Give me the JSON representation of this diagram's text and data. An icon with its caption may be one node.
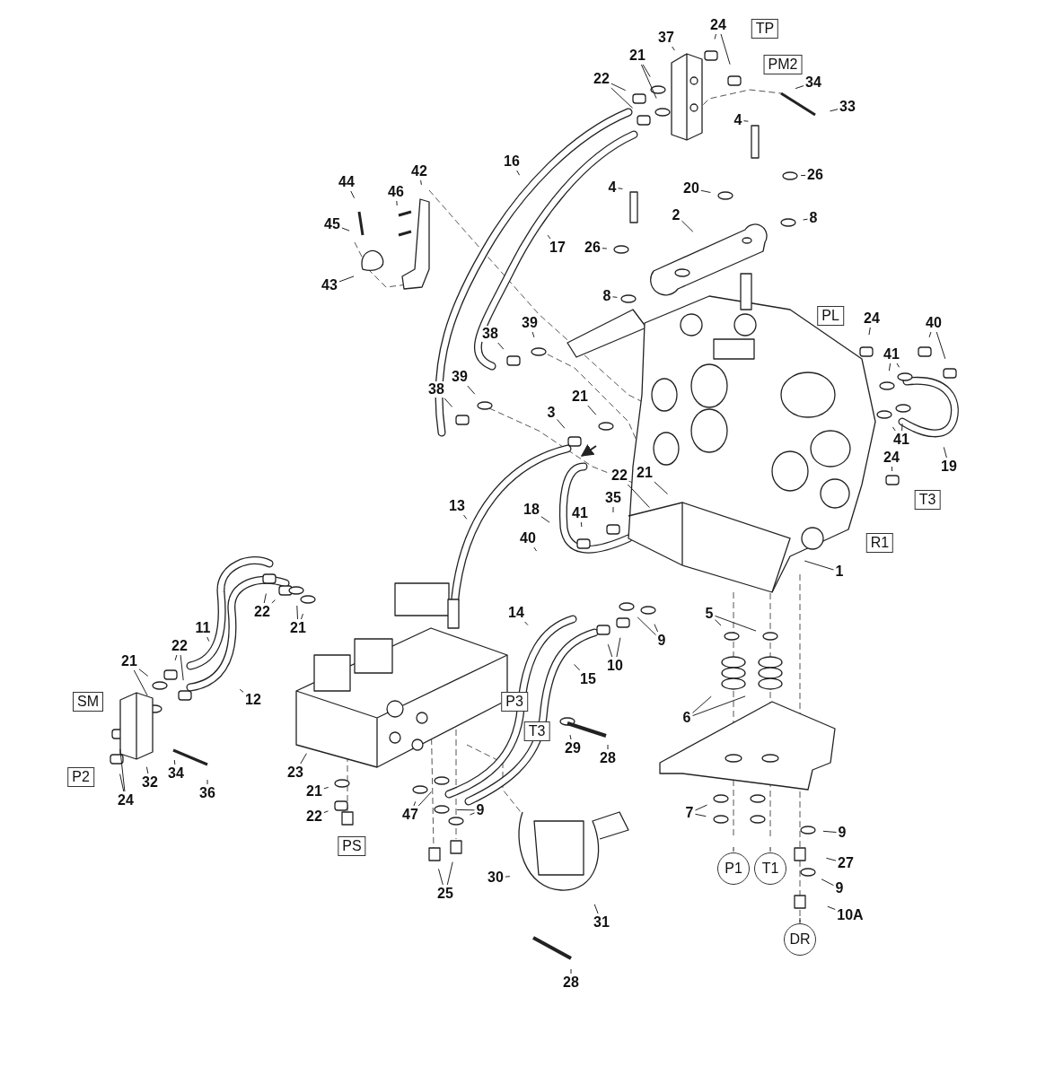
{
  "diagram": {
    "nodes": [
      {
        "text": [
          "24"
        ]
      },
      {
        "text": [
          "TP"
        ]
      },
      {
        "text": [
          "37"
        ]
      },
      {
        "text": [
          "PM2"
        ]
      },
      {
        "text": [
          "21"
        ]
      },
      {
        "text": [
          "22"
        ]
      },
      {
        "text": [
          "34"
        ]
      },
      {
        "text": [
          "33"
        ]
      },
      {
        "text": [
          "4"
        ]
      },
      {
        "text": [
          "26"
        ]
      },
      {
        "text": [
          "16"
        ]
      },
      {
        "text": [
          "20"
        ]
      },
      {
        "text": [
          "44"
        ]
      },
      {
        "text": [
          "42"
        ]
      },
      {
        "text": [
          "46"
        ]
      },
      {
        "text": [
          "4"
        ]
      },
      {
        "text": [
          "2"
        ]
      },
      {
        "text": [
          "8"
        ]
      },
      {
        "text": [
          "45"
        ]
      },
      {
        "text": [
          "26"
        ]
      },
      {
        "text": [
          "17"
        ]
      },
      {
        "text": [
          "43"
        ]
      },
      {
        "text": [
          "8"
        ]
      },
      {
        "text": [
          "PL"
        ]
      },
      {
        "text": [
          "24"
        ]
      },
      {
        "text": [
          "40"
        ]
      },
      {
        "text": [
          "39"
        ]
      },
      {
        "text": [
          "38"
        ]
      },
      {
        "text": [
          "41"
        ]
      },
      {
        "text": [
          "39"
        ]
      },
      {
        "text": [
          "38"
        ]
      },
      {
        "text": [
          "21"
        ]
      },
      {
        "text": [
          "3"
        ]
      },
      {
        "text": [
          "41"
        ]
      },
      {
        "text": [
          "19"
        ]
      },
      {
        "text": [
          "24"
        ]
      },
      {
        "text": [
          "22"
        ]
      },
      {
        "text": [
          "21"
        ]
      },
      {
        "text": [
          "13"
        ]
      },
      {
        "text": [
          "35"
        ]
      },
      {
        "text": [
          "18"
        ]
      },
      {
        "text": [
          "T3"
        ]
      },
      {
        "text": [
          "41"
        ]
      },
      {
        "text": [
          "R1"
        ]
      },
      {
        "text": [
          "40"
        ]
      },
      {
        "text": [
          "1"
        ]
      },
      {
        "text": [
          "22"
        ]
      },
      {
        "text": [
          "21"
        ]
      },
      {
        "text": [
          "5"
        ]
      },
      {
        "text": [
          "11"
        ]
      },
      {
        "text": [
          "14"
        ]
      },
      {
        "text": [
          "22"
        ]
      },
      {
        "text": [
          "9"
        ]
      },
      {
        "text": [
          "10"
        ]
      },
      {
        "text": [
          "21"
        ]
      },
      {
        "text": [
          "15"
        ]
      },
      {
        "text": [
          "12"
        ]
      },
      {
        "text": [
          "6"
        ]
      },
      {
        "text": [
          "SM"
        ]
      },
      {
        "text": [
          "P3"
        ]
      },
      {
        "text": [
          "T3"
        ]
      },
      {
        "text": [
          "29"
        ]
      },
      {
        "text": [
          "28"
        ]
      },
      {
        "text": [
          "23"
        ]
      },
      {
        "text": [
          "P2"
        ]
      },
      {
        "text": [
          "24"
        ]
      },
      {
        "text": [
          "32"
        ]
      },
      {
        "text": [
          "34"
        ]
      },
      {
        "text": [
          "36"
        ]
      },
      {
        "text": [
          "21"
        ]
      },
      {
        "text": [
          "22"
        ]
      },
      {
        "text": [
          "7"
        ]
      },
      {
        "text": [
          "9"
        ]
      },
      {
        "text": [
          "47"
        ]
      },
      {
        "text": [
          "9"
        ]
      },
      {
        "text": [
          "PS"
        ]
      },
      {
        "text": [
          "25"
        ]
      },
      {
        "text": [
          "27"
        ]
      },
      {
        "text": [
          "30"
        ]
      },
      {
        "text": [
          "P1"
        ]
      },
      {
        "text": [
          "T1"
        ]
      },
      {
        "text": [
          "9"
        ]
      },
      {
        "text": [
          "10A"
        ]
      },
      {
        "text": [
          "31"
        ]
      },
      {
        "text": [
          "DR"
        ]
      },
      {
        "text": [
          "28"
        ]
      }
    ],
    "edges": [
      {
        "from": 0,
        "to": null,
        "arrow": "none"
      },
      {
        "from": 0,
        "to": null,
        "arrow": "none"
      },
      {
        "from": 2,
        "to": null,
        "arrow": "none"
      },
      {
        "from": 4,
        "to": null,
        "arrow": "none"
      },
      {
        "from": 4,
        "to": null,
        "arrow": "none"
      },
      {
        "from": 5,
        "to": null,
        "arrow": "none"
      },
      {
        "from": 5,
        "to": null,
        "arrow": "none"
      },
      {
        "from": 6,
        "to": null,
        "arrow": "none"
      },
      {
        "from": 7,
        "to": null,
        "arrow": "none"
      },
      {
        "from": 8,
        "to": null,
        "arrow": "none"
      },
      {
        "from": 9,
        "to": null,
        "arrow": "none"
      },
      {
        "from": 10,
        "to": null,
        "arrow": "none"
      },
      {
        "from": 11,
        "to": null,
        "arrow": "none"
      },
      {
        "from": 12,
        "to": null,
        "arrow": "none"
      },
      {
        "from": 13,
        "to": null,
        "arrow": "none"
      },
      {
        "from": 14,
        "to": null,
        "arrow": "none"
      },
      {
        "from": 15,
        "to": null,
        "arrow": "none"
      },
      {
        "from": 16,
        "to": null,
        "arrow": "none"
      },
      {
        "from": 17,
        "to": null,
        "arrow": "none"
      },
      {
        "from": 18,
        "to": null,
        "arrow": "none"
      },
      {
        "from": 19,
        "to": null,
        "arrow": "none"
      },
      {
        "from": 20,
        "to": null,
        "arrow": "none"
      },
      {
        "from": 21,
        "to": null,
        "arrow": "none"
      },
      {
        "from": 22,
        "to": null,
        "arrow": "none"
      },
      {
        "from": 24,
        "to": null,
        "arrow": "none"
      },
      {
        "from": 25,
        "to": null,
        "arrow": "none"
      },
      {
        "from": 25,
        "to": null,
        "arrow": "none"
      },
      {
        "from": 26,
        "to": null,
        "arrow": "none"
      },
      {
        "from": 27,
        "to": null,
        "arrow": "none"
      },
      {
        "from": 28,
        "to": null,
        "arrow": "none"
      },
      {
        "from": 28,
        "to": null,
        "arrow": "none"
      },
      {
        "from": 29,
        "to": null,
        "arrow": "none"
      },
      {
        "from": 30,
        "to": null,
        "arrow": "none"
      },
      {
        "from": 31,
        "to": null,
        "arrow": "none"
      },
      {
        "from": 32,
        "to": null,
        "arrow": "none"
      },
      {
        "from": 33,
        "to": null,
        "arrow": "none"
      },
      {
        "from": 33,
        "to": null,
        "arrow": "none"
      },
      {
        "from": 34,
        "to": null,
        "arrow": "none"
      },
      {
        "from": 35,
        "to": null,
        "arrow": "none"
      },
      {
        "from": 36,
        "to": null,
        "arrow": "none"
      },
      {
        "from": 37,
        "to": null,
        "arrow": "none"
      },
      {
        "from": 38,
        "to": null,
        "arrow": "none"
      },
      {
        "from": 39,
        "to": null,
        "arrow": "none"
      },
      {
        "from": 40,
        "to": null,
        "arrow": "none"
      },
      {
        "from": 42,
        "to": null,
        "arrow": "none"
      },
      {
        "from": 44,
        "to": null,
        "arrow": "none"
      },
      {
        "from": 45,
        "to": null,
        "arrow": "none"
      },
      {
        "from": 46,
        "to": null,
        "arrow": "none"
      },
      {
        "from": 46,
        "to": null,
        "arrow": "none"
      },
      {
        "from": 47,
        "to": null,
        "arrow": "none"
      },
      {
        "from": 47,
        "to": null,
        "arrow": "none"
      },
      {
        "from": 48,
        "to": null,
        "arrow": "none"
      },
      {
        "from": 48,
        "to": null,
        "arrow": "none"
      },
      {
        "from": 49,
        "to": null,
        "arrow": "none"
      },
      {
        "from": 50,
        "to": null,
        "arrow": "none"
      },
      {
        "from": 51,
        "to": null,
        "arrow": "none"
      },
      {
        "from": 51,
        "to": null,
        "arrow": "none"
      },
      {
        "from": 52,
        "to": null,
        "arrow": "none"
      },
      {
        "from": 52,
        "to": null,
        "arrow": "none"
      },
      {
        "from": 53,
        "to": null,
        "arrow": "none"
      },
      {
        "from": 53,
        "to": null,
        "arrow": "none"
      },
      {
        "from": 54,
        "to": null,
        "arrow": "none"
      },
      {
        "from": 54,
        "to": null,
        "arrow": "none"
      },
      {
        "from": 55,
        "to": null,
        "arrow": "none"
      },
      {
        "from": 56,
        "to": null,
        "arrow": "none"
      },
      {
        "from": 57,
        "to": null,
        "arrow": "none"
      },
      {
        "from": 57,
        "to": null,
        "arrow": "none"
      },
      {
        "from": 61,
        "to": null,
        "arrow": "none"
      },
      {
        "from": 62,
        "to": null,
        "arrow": "none"
      },
      {
        "from": 63,
        "to": null,
        "arrow": "none"
      },
      {
        "from": 65,
        "to": null,
        "arrow": "none"
      },
      {
        "from": 65,
        "to": null,
        "arrow": "none"
      },
      {
        "from": 66,
        "to": null,
        "arrow": "none"
      },
      {
        "from": 67,
        "to": null,
        "arrow": "none"
      },
      {
        "from": 68,
        "to": null,
        "arrow": "none"
      },
      {
        "from": 69,
        "to": null,
        "arrow": "none"
      },
      {
        "from": 70,
        "to": null,
        "arrow": "none"
      },
      {
        "from": 71,
        "to": null,
        "arrow": "none"
      },
      {
        "from": 71,
        "to": null,
        "arrow": "none"
      },
      {
        "from": 72,
        "to": null,
        "arrow": "none"
      },
      {
        "from": 72,
        "to": null,
        "arrow": "none"
      },
      {
        "from": 73,
        "to": null,
        "arrow": "none"
      },
      {
        "from": 73,
        "to": null,
        "arrow": "none"
      },
      {
        "from": 74,
        "to": null,
        "arrow": "none"
      },
      {
        "from": 76,
        "to": null,
        "arrow": "none"
      },
      {
        "from": 76,
        "to": null,
        "arrow": "none"
      },
      {
        "from": 77,
        "to": null,
        "arrow": "none"
      },
      {
        "from": 78,
        "to": null,
        "arrow": "none"
      },
      {
        "from": 79,
        "to": null,
        "arrow": "none"
      },
      {
        "from": 80,
        "to": null,
        "arrow": "none"
      },
      {
        "from": 81,
        "to": null,
        "arrow": "none"
      },
      {
        "from": 82,
        "to": null,
        "arrow": "none"
      },
      {
        "from": 83,
        "to": null,
        "arrow": "none"
      },
      {
        "from": 84,
        "to": null,
        "arrow": "none"
      },
      {
        "from": 85,
        "to": null,
        "arrow": "none"
      }
    ]
  }
}
